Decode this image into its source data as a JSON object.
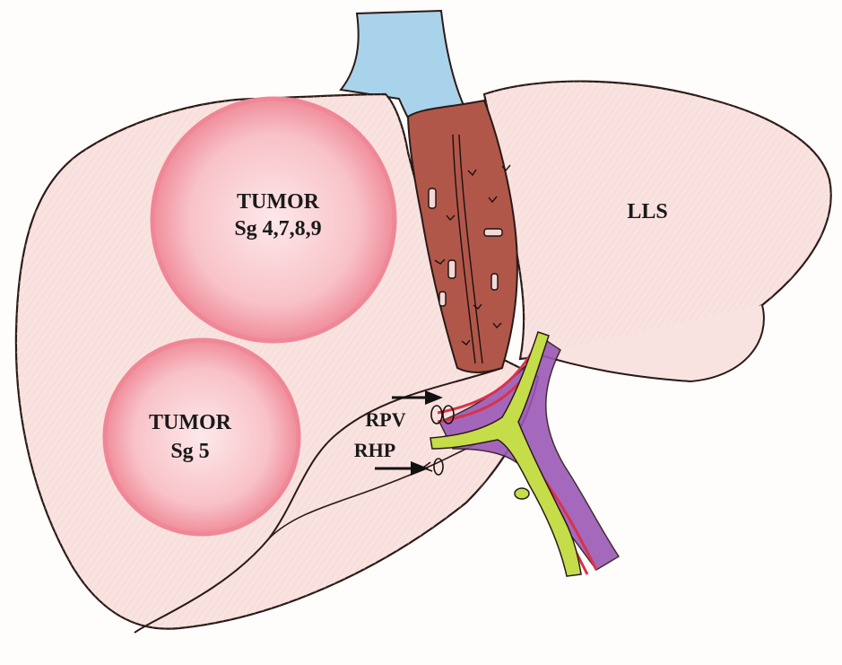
{
  "labels": {
    "tumor1_line1": "TUMOR",
    "tumor1_line2": "Sg 4,7,8,9",
    "tumor2_line1": "TUMOR",
    "tumor2_line2": "Sg 5",
    "lls": "LLS",
    "rpv": "RPV",
    "rhp": "RHP"
  },
  "colors": {
    "liver_fill": "#f9e3e0",
    "liver_outline": "#2a1a18",
    "tumor_fill": "#f4a7b0",
    "tumor_core": "#f8cfd3",
    "vena_cava": "#a9d3ea",
    "transection": "#b0574a",
    "portal_vein": "#9b59b6",
    "hepatic_artery": "#d9324a",
    "bile_duct": "#c6dd4a"
  }
}
